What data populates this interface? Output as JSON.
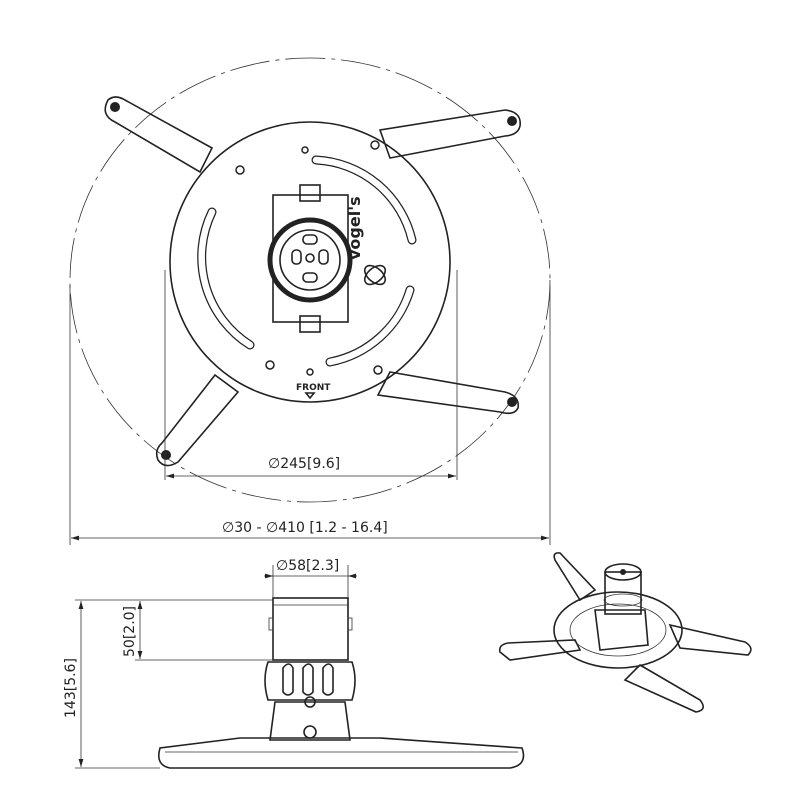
{
  "drawing": {
    "top_view": {
      "plate_diameter_label": "245",
      "plate_diameter_inch": "9.6",
      "range_label": "30 - ",
      "range_max": "410",
      "range_inch": "[1.2 - 16.4]",
      "front_label": "FRONT",
      "logo_text": "vogel's"
    },
    "side_view": {
      "column_diameter": "58",
      "column_diameter_inch": "2.3",
      "column_height": "50",
      "column_height_inch": "2.0",
      "total_height": "143",
      "total_height_inch": "5.6"
    },
    "diameter_symbol": "∅",
    "line_color": "#222222"
  }
}
